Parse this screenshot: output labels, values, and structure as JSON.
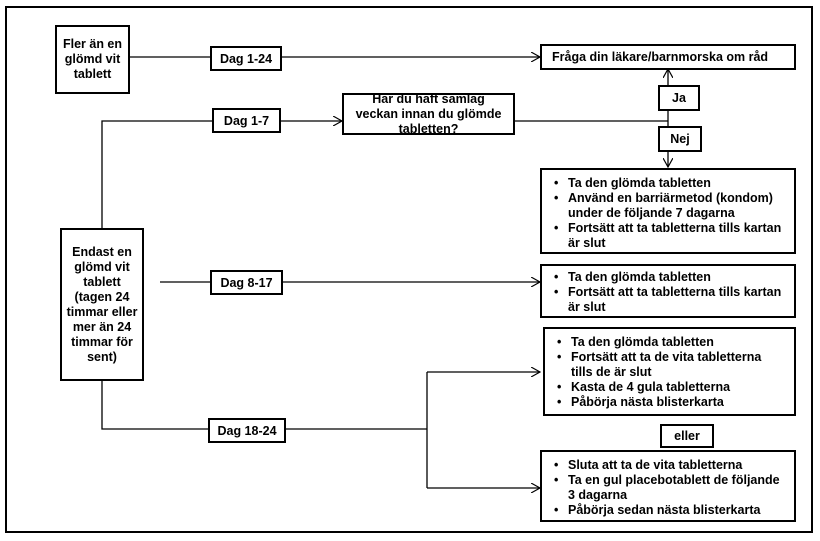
{
  "boxes": {
    "more_than_one": "Fler än en glömd vit tablett",
    "only_one": "Endast en glömd vit tablett (tagen 24 timmar eller mer än 24 timmar för sent)",
    "ask_doctor": "Fråga din läkare/barnmorska om råd",
    "intercourse_question": "Har du haft samlag veckan innan du glömde tabletten?"
  },
  "labels": {
    "day_1_24": "Dag 1-24",
    "day_1_7": "Dag 1-7",
    "day_8_17": "Dag 8-17",
    "day_18_24": "Dag 18-24",
    "yes": "Ja",
    "no": "Nej",
    "or": "eller"
  },
  "instructions": {
    "week1": [
      "Ta den glömda tabletten",
      "Använd en barriärmetod (kondom) under de följande 7 dagarna",
      "Fortsätt att ta tabletterna tills kartan är slut"
    ],
    "week2": [
      "Ta den glömda tabletten",
      "Fortsätt att ta tabletterna tills kartan är slut"
    ],
    "week3_option_a": [
      "Ta den glömda tabletten",
      "Fortsätt att ta de vita tabletterna tills de är slut",
      "Kasta de 4 gula tabletterna",
      "Påbörja nästa blisterkarta"
    ],
    "week3_option_b": [
      "Sluta att ta de vita tabletterna",
      "Ta en gul placebotablett de följande 3 dagarna",
      "Påbörja sedan nästa blisterkarta"
    ]
  }
}
